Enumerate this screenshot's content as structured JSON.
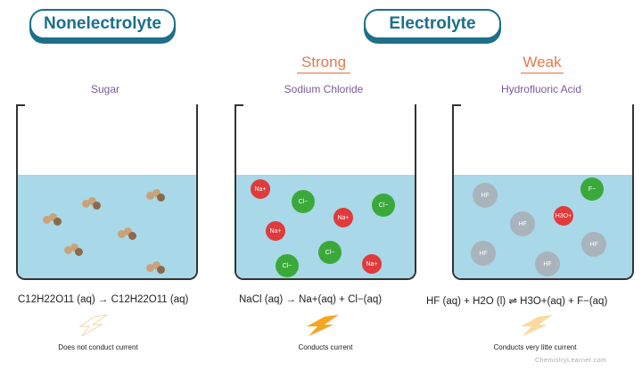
{
  "headers": {
    "nonelectrolyte": "Nonelectrolyte",
    "electrolyte": "Electrolyte"
  },
  "subheaders": {
    "strong": "Strong",
    "weak": "Weak"
  },
  "substances": {
    "sugar": "Sugar",
    "sodium_chloride": "Sodium Chloride",
    "hydrofluoric_acid": "Hydrofluoric Acid"
  },
  "ions": {
    "na": "Na+",
    "cl": "Cl−",
    "hf": "HF",
    "h3o": "H3O+",
    "f": "F−"
  },
  "equations": {
    "sugar": "C12H22O11 (aq) → C12H22O11 (aq)",
    "nacl": "NaCl (aq) → Na+(aq) + Cl−(aq)",
    "hf": "HF (aq) + H2O (l) ⇌ H3O+(aq) + F−(aq)"
  },
  "notes": {
    "sugar": "Does not conduct current",
    "nacl": "Conducts current",
    "hf": "Conducts very litte current"
  },
  "watermark": "ChemistryLearner.com",
  "colors": {
    "header": "#1d6f8a",
    "sub": "#e27a4c",
    "substance": "#7a5a9c",
    "water": "#a9d8e8",
    "na": "#e03b3b",
    "cl": "#3aa93a",
    "hf": "#a9b3bb"
  }
}
